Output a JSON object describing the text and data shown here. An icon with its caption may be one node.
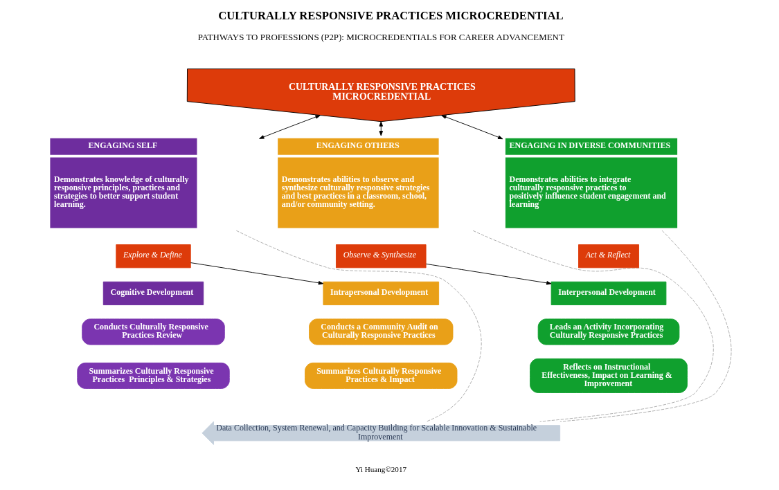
{
  "diagram": {
    "title": "CULTURALLY RESPONSIVE PRACTICES MICROCREDENTIAL",
    "nodes": [
      {
        "text": [
          "CULTURALLY RESPONSIVE PRACTICES MICROCREDENTIAL"
        ]
      },
      {
        "text": [
          "ENGAGING SELF",
          "Demonstrates knowledge of culturally responsive principles, practices and strategies to better support student learning."
        ]
      },
      {
        "text": [
          "ENGAGING OTHERS",
          "Demonstrates abilities to observe and synthesize culturally responsive strategies and best practices in a classroom, school, and/or community setting."
        ]
      },
      {
        "text": [
          "ENGAGING IN DIVERSE COMMUNITIES",
          "Demonstrates abilities to integrate culturally responsive practices to positively influence student engagement and learning"
        ]
      },
      {
        "text": [
          "Explore & Define"
        ]
      },
      {
        "text": [
          "Cognitive Development"
        ]
      },
      {
        "text": [
          "Conducts Culturally Responsive Practices Review"
        ]
      },
      {
        "text": [
          "Summarizes Culturally Responsive Practices  Principles & Strategies"
        ]
      },
      {
        "text": [
          "Observe & Synthesize"
        ]
      },
      {
        "text": [
          "Intrapersonal Development"
        ]
      },
      {
        "text": [
          "Conducts a Community Audit on Culturally Responsive Practices"
        ]
      },
      {
        "text": [
          "Summarizes Culturally Responsive Practices & Impact"
        ]
      },
      {
        "text": [
          "Act & Reflect"
        ]
      },
      {
        "text": [
          "Interpersonal Development"
        ]
      },
      {
        "text": [
          "Leads an Activity Incorporating Culturally Responsive Practices"
        ]
      },
      {
        "text": [
          "Reflects on Instructional Effectiveness, Impact on Learning & Improvement"
        ]
      },
      {
        "text": [
          "Data Collection, System Renewal, and Capacity Building for Scalable Innovation & Sustainable Improvement"
        ]
      }
    ],
    "edges": [
      {
        "from": 0,
        "to": 1,
        "arrow": "both"
      },
      {
        "from": 0,
        "to": 2,
        "arrow": "both"
      },
      {
        "from": 0,
        "to": 3,
        "arrow": "both"
      },
      {
        "from": 4,
        "to": 9,
        "arrow": "to"
      },
      {
        "from": 8,
        "to": 13,
        "arrow": "to"
      },
      {
        "from": 1,
        "to": 16,
        "arrow": "none",
        "style": "dashed",
        "color": "#aaaaaa"
      },
      {
        "from": 2,
        "to": 16,
        "arrow": "none",
        "style": "dashed",
        "color": "#aaaaaa"
      },
      {
        "from": 3,
        "to": 16,
        "arrow": "none",
        "style": "dashed",
        "color": "#aaaaaa"
      }
    ],
    "labels": [
      "PATHWAYS TO PROFESSIONS (P2P): MICROCREDENTIALS FOR CAREER ADVANCEMENT",
      "Yi Huang©2017"
    ]
  }
}
